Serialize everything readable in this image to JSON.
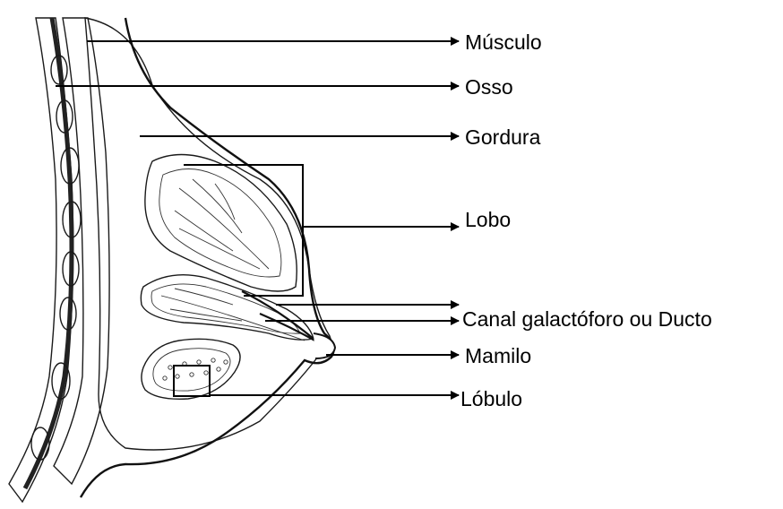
{
  "labels": {
    "muscle": "Músculo",
    "bone": "Osso",
    "fat": "Gordura",
    "lobe": "Lobo",
    "duct": "Canal galactóforo ou Ducto",
    "nipple": "Mamilo",
    "lobule": "Lóbulo"
  },
  "colors": {
    "line": "#000000",
    "background": "#ffffff"
  }
}
